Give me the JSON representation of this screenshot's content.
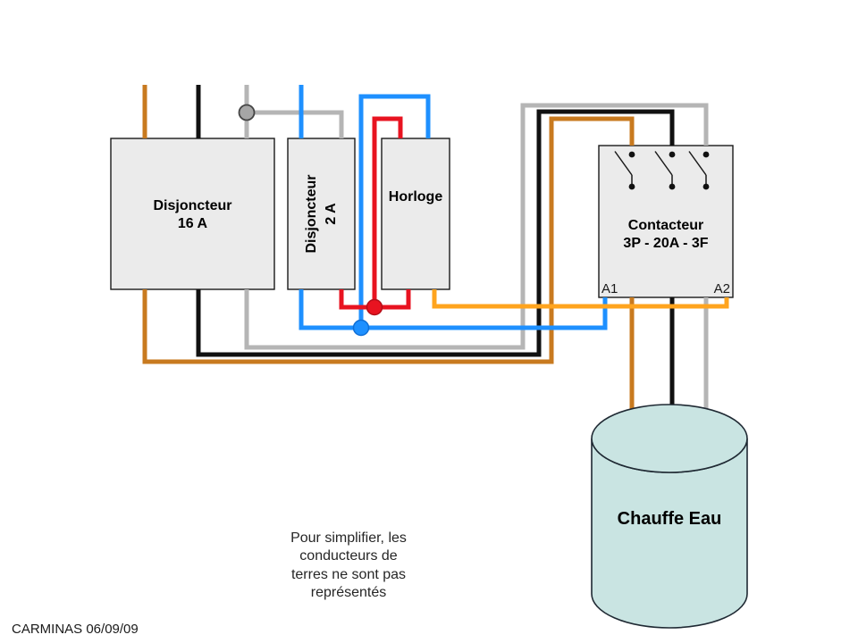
{
  "components": {
    "disjoncteur16": {
      "line1": "Disjoncteur",
      "line2": "16 A"
    },
    "disjoncteur2": {
      "line1": "Disjoncteur",
      "line2": "2 A"
    },
    "horloge": {
      "label": "Horloge"
    },
    "contacteur": {
      "line1": "Contacteur",
      "line2": "3P - 20A - 3F",
      "terminal_left": "A1",
      "terminal_right": "A2"
    },
    "chauffe_eau": {
      "label": "Chauffe Eau"
    }
  },
  "note": {
    "line1": "Pour simplifier, les",
    "line2": "conducteurs de",
    "line3": "terres ne sont pas",
    "line4": "représentés"
  },
  "footer": {
    "credit": "CARMINAS 06/09/09"
  },
  "colors": {
    "wire_gray": "#b5b5b5",
    "wire_black": "#111111",
    "wire_orange_dark": "#c87a1f",
    "wire_orange_light": "#ffa41e",
    "wire_blue": "#1e90ff",
    "wire_red": "#e81320",
    "box_fill": "#ebebeb",
    "tank_fill": "#c9e4e2"
  }
}
